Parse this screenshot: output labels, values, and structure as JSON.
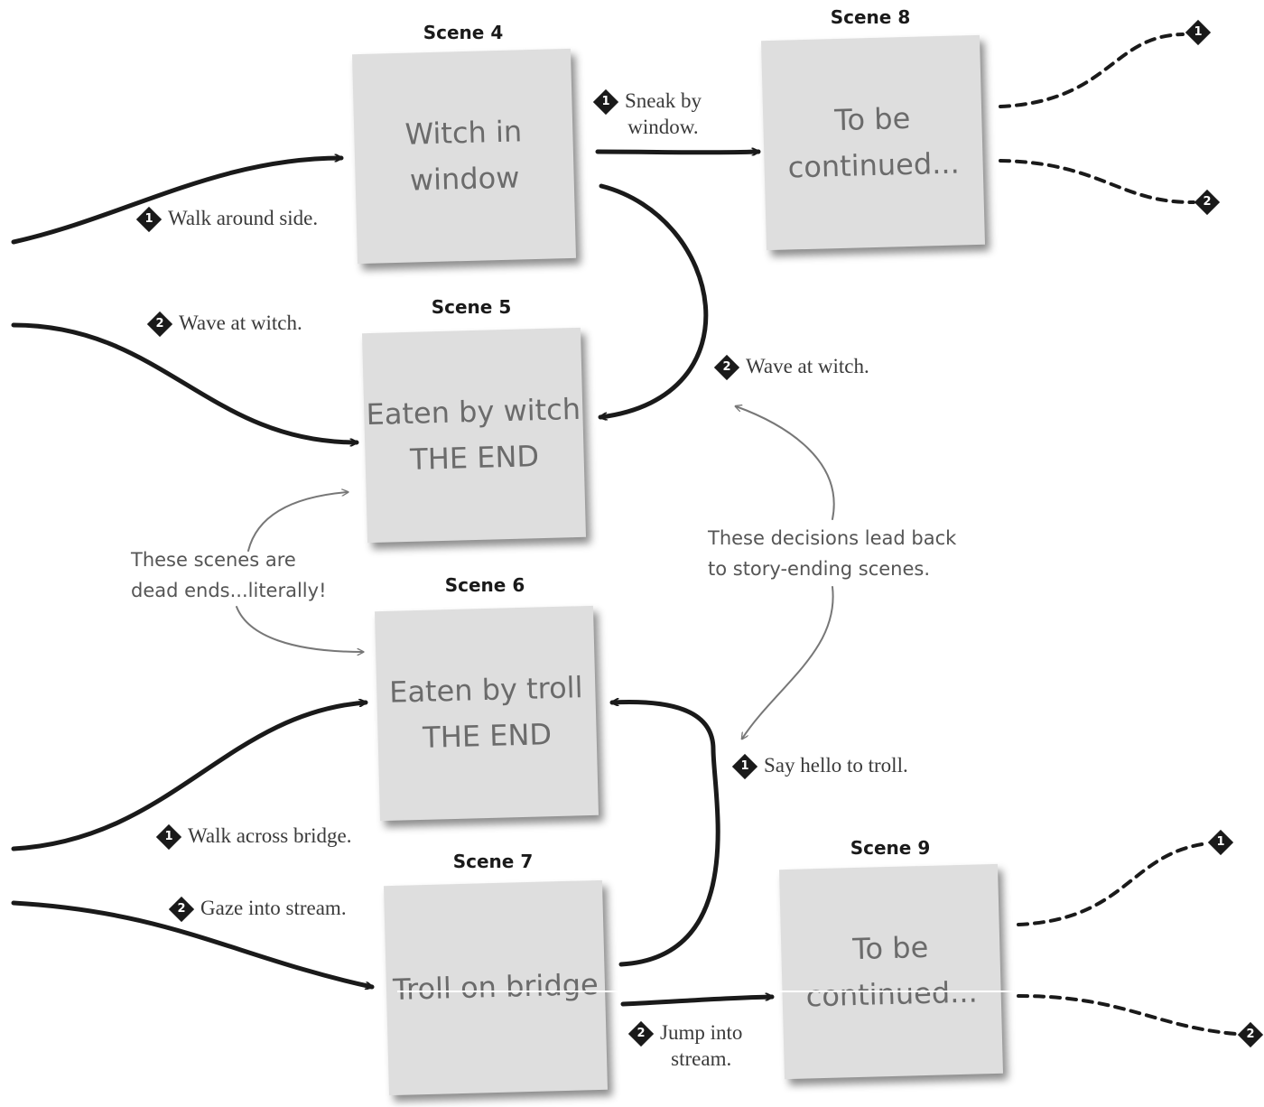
{
  "scenes": [
    {
      "title": "Scene 4",
      "lines": [
        "Witch in",
        "window"
      ]
    },
    {
      "title": "Scene 5",
      "lines": [
        "Eaten by witch",
        "THE END"
      ]
    },
    {
      "title": "Scene 6",
      "lines": [
        "Eaten by troll",
        "THE END"
      ]
    },
    {
      "title": "Scene 7",
      "lines": [
        "Troll on bridge"
      ]
    },
    {
      "title": "Scene 8",
      "lines": [
        "To be",
        "continued..."
      ]
    },
    {
      "title": "Scene 9",
      "lines": [
        "To be",
        "continued..."
      ]
    }
  ],
  "choices": {
    "walk_around_side": {
      "num": "1",
      "text": "Walk around side."
    },
    "wave_at_witch_left": {
      "num": "2",
      "text": "Wave at witch."
    },
    "sneak_by_window": {
      "num": "1",
      "line1": "Sneak by",
      "line2": "window."
    },
    "wave_at_witch_right": {
      "num": "2",
      "text": "Wave at witch."
    },
    "say_hello_to_troll": {
      "num": "1",
      "text": "Say hello to troll."
    },
    "walk_across_bridge": {
      "num": "1",
      "text": "Walk across bridge."
    },
    "gaze_into_stream": {
      "num": "2",
      "text": "Gaze into stream."
    },
    "jump_into_stream": {
      "num": "2",
      "line1": "Jump into",
      "line2": "stream."
    }
  },
  "notes": {
    "dead_ends": [
      "These scenes are",
      "dead ends...literally!"
    ],
    "decisions": [
      "These decisions lead back",
      "to story-ending scenes."
    ]
  },
  "end_badges": [
    "1",
    "2",
    "1",
    "2"
  ]
}
